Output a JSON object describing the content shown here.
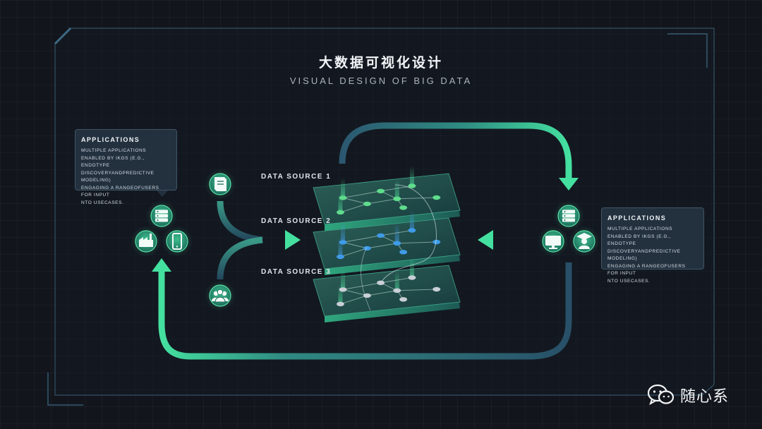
{
  "title": "大数据可视化设计",
  "subtitle": "VISUAL DESIGN OF BIG DATA",
  "data_sources": [
    "DATA SOURCE 1",
    "DATA SOURCE 2",
    "DATA SOURCE 3"
  ],
  "left_panel": {
    "heading": "APPLICATIONS",
    "lines": [
      "MULTIPLE APPLICATIONS",
      "ENABLED BY IKGS (E.G., ENDOTYPE",
      "DISCOVERYANDPREDICTIVE MODELING)",
      "ENGAGING A RANGEOFUSERS FOR INPUT",
      "NTO USECASES."
    ]
  },
  "right_panel": {
    "heading": "APPLICATIONS",
    "lines": [
      "MULTIPLE APPLICATIONS",
      "ENABLED BY IKGS (E.G., ENDOTYPE",
      "DISCOVERYANDPREDICTIVE MODELING)",
      "ENGAGING A RANGEOFUSERS FOR INPUT",
      "NTO USECASES."
    ]
  },
  "brand": {
    "name": "随心系",
    "icon": "wechat-icon"
  },
  "icons": {
    "left_cluster": [
      "server-icon",
      "factory-icon",
      "mobile-icon"
    ],
    "inputs": [
      "book-icon",
      "users-icon"
    ],
    "right_cluster": [
      "server-icon",
      "monitor-icon",
      "graduate-icon"
    ]
  },
  "colors": {
    "accent_green": "#3fd99a",
    "node_green": "#5fdc8c",
    "node_blue": "#3e9be8",
    "node_gray": "#c9cfd6",
    "flow_blue": "#274b63",
    "panel": "#283848",
    "background": "#12161c"
  }
}
